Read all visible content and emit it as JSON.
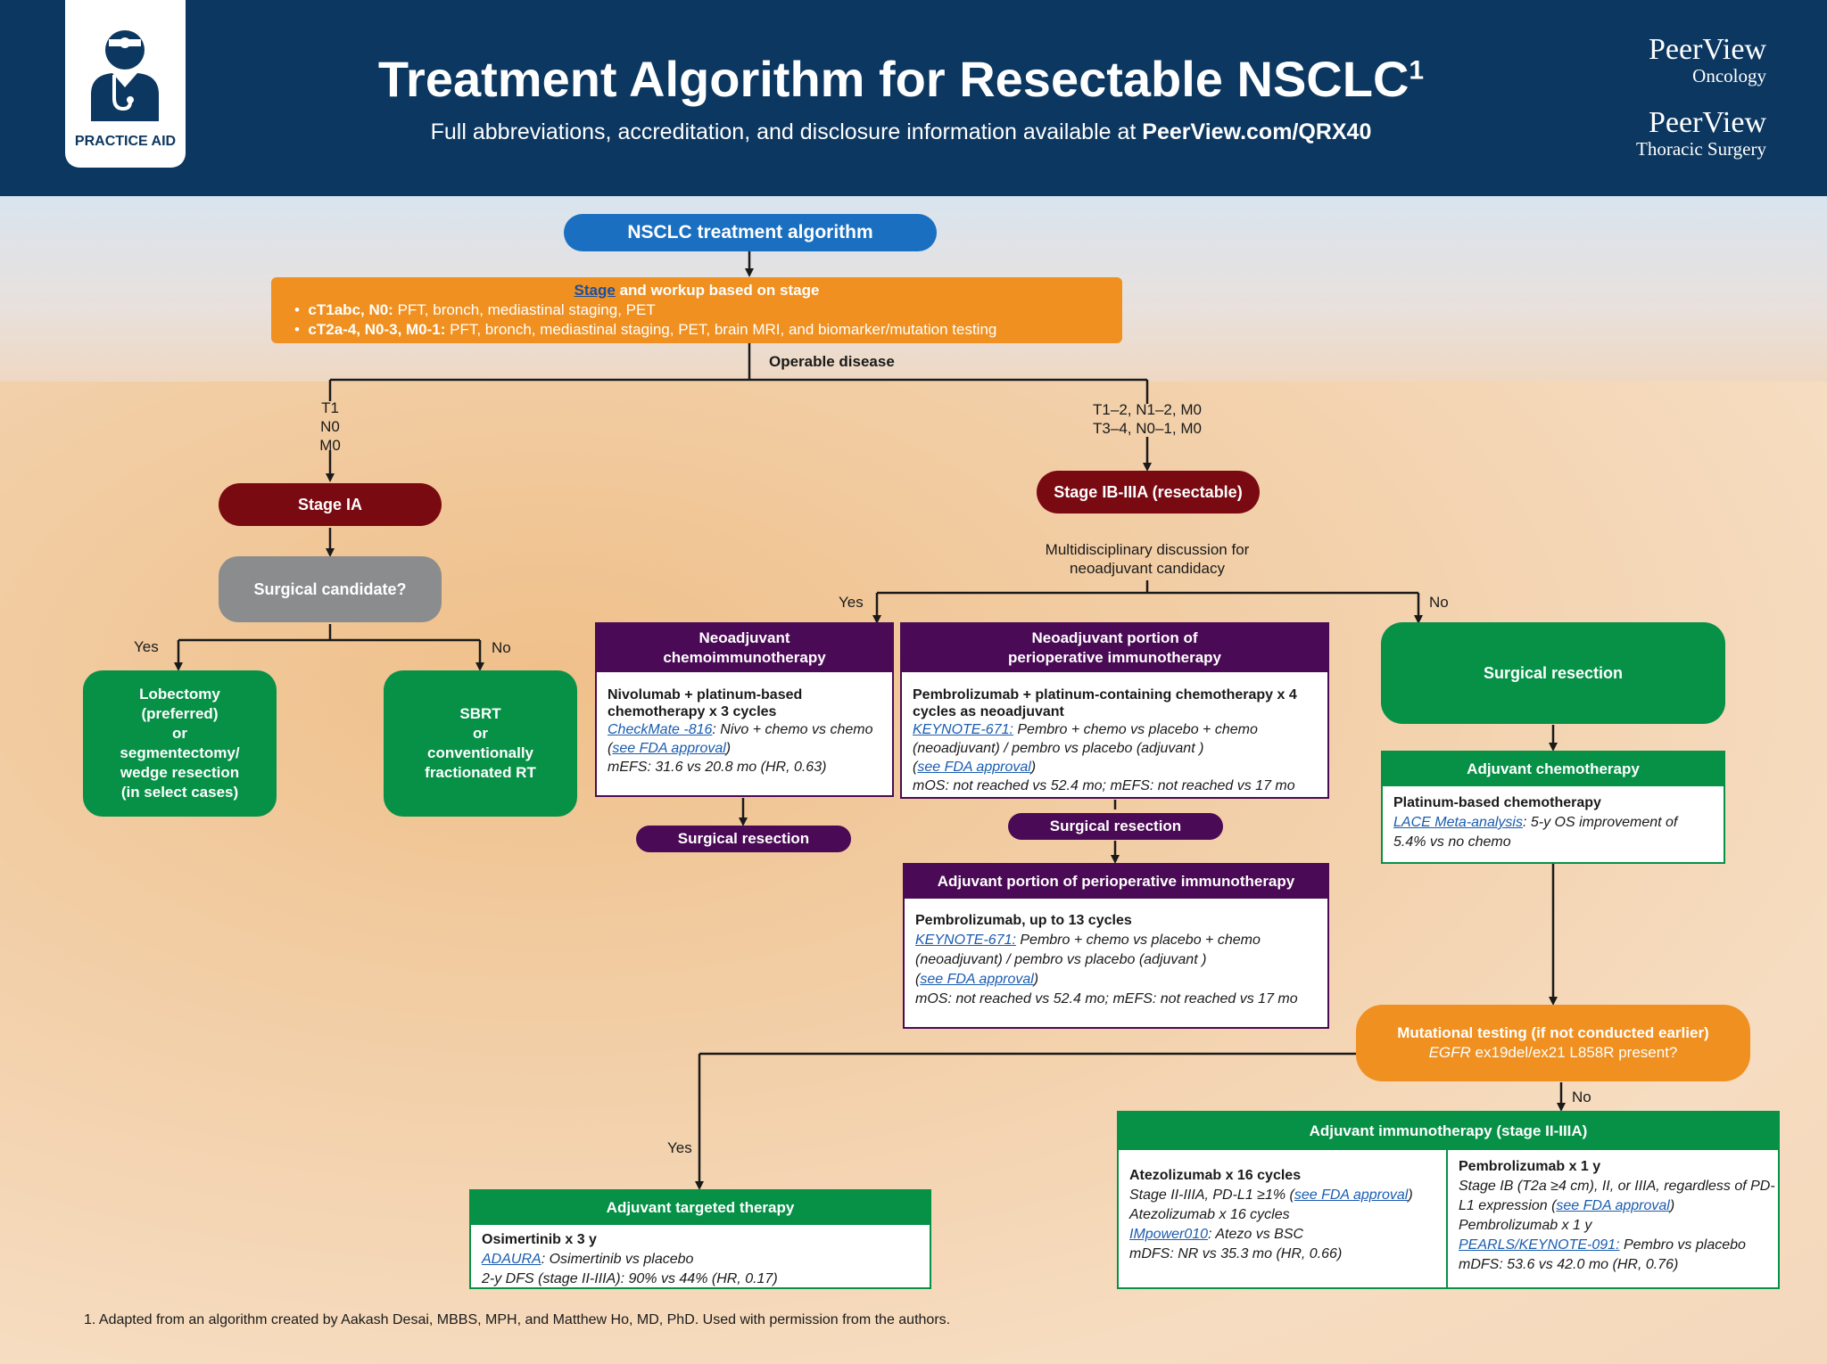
{
  "header": {
    "badge_label": "PRACTICE AID",
    "title": "Treatment Algorithm for Resectable NSCLC",
    "title_sup": "1",
    "subtitle_text": "Full abbreviations, accreditation, and disclosure information available at ",
    "subtitle_link": "PeerView.com/QRX40",
    "brand1_line1": "PeerView",
    "brand1_line2": "Oncology",
    "brand2_line1": "PeerView",
    "brand2_line2": "Thoracic Surgery"
  },
  "top": {
    "algorithm_title": "NSCLC treatment algorithm",
    "stage_link": "Stage",
    "stage_rest": " and workup based on stage",
    "bullet1_bold": "cT1abc, N0:",
    "bullet1_text": " PFT, bronch, mediastinal staging, PET",
    "bullet2_bold": "cT2a-4, N0-3, M0-1:",
    "bullet2_text": " PFT, bronch, mediastinal staging, PET, brain MRI, and biomarker/mutation testing",
    "operable": "Operable disease"
  },
  "left_branch": {
    "label_t1": "T1",
    "label_n0": "N0",
    "label_m0": "M0",
    "stage_ia": "Stage IA",
    "surgical_candidate": "Surgical candidate?",
    "yes": "Yes",
    "no": "No",
    "lobectomy": [
      "Lobectomy",
      "(preferred)",
      "or",
      "segmentectomy/",
      "wedge resection",
      "(in select cases)"
    ],
    "sbrt": [
      "SBRT",
      "or",
      "conventionally",
      "fractionated RT"
    ]
  },
  "right_branch": {
    "label_line1": "T1–2, N1–2, M0",
    "label_line2": "T3–4, N0–1, M0",
    "stage_ib": "Stage IB-IIIA (resectable)",
    "md_line1": "Multidisciplinary discussion for",
    "md_line2": "neoadjuvant candidacy",
    "yes": "Yes",
    "no": "No"
  },
  "neo_chemo": {
    "head_line1": "Neoadjuvant",
    "head_line2": "chemoimmunotherapy",
    "regimen": "Nivolumab + platinum-based chemotherapy x 3 cycles",
    "trial_link": "CheckMate -816",
    "trial_text": ": Nivo + chemo vs chemo",
    "fda_open": "(",
    "fda_link": "see FDA approval",
    "fda_close": ")",
    "result": "mEFS: 31.6 vs 20.8 mo (HR, 0.63)",
    "surgical": "Surgical resection"
  },
  "neo_periop": {
    "head_line1": "Neoadjuvant portion of",
    "head_line2": "perioperative immunotherapy",
    "regimen": "Pembrolizumab + platinum-containing chemotherapy x 4 cycles as neoadjuvant",
    "trial_link": "KEYNOTE-671:",
    "trial_text": " Pembro + chemo vs placebo + chemo (neoadjuvant) / pembro vs placebo (adjuvant )",
    "fda_open": "(",
    "fda_link": "see FDA approval",
    "fda_close": ")",
    "result": "mOS: not reached vs 52.4 mo; mEFS: not reached vs 17 mo",
    "surgical": "Surgical resection"
  },
  "adj_periop": {
    "head": "Adjuvant portion of perioperative immunotherapy",
    "regimen": "Pembrolizumab, up to 13 cycles",
    "trial_link": "KEYNOTE-671:",
    "trial_text": " Pembro + chemo vs placebo + chemo (neoadjuvant) / pembro vs placebo (adjuvant )",
    "fda_open": "(",
    "fda_link": "see FDA approval",
    "fda_close": ")",
    "result": "mOS: not reached vs 52.4 mo; mEFS: not reached vs 17 mo"
  },
  "no_branch": {
    "surgical": "Surgical resection",
    "adj_chemo_head": "Adjuvant chemotherapy",
    "adj_chemo_regimen": "Platinum-based chemotherapy",
    "adj_chemo_link": "LACE Meta-analysis",
    "adj_chemo_text": ": 5-y OS improvement of 5.4% vs no chemo",
    "mut_line1": "Mutational testing (if not conducted earlier)",
    "mut_line2_it": "EGFR",
    "mut_line2_rest": " ex19del/ex21 L858R present?",
    "yes": "Yes",
    "no": "No"
  },
  "targeted": {
    "head": "Adjuvant targeted therapy",
    "regimen": "Osimertinib x 3 y",
    "trial_link": "ADAURA",
    "trial_text": ": Osimertinib vs placebo",
    "result": "2-y DFS (stage II-IIIA): 90% vs 44% (HR, 0.17)"
  },
  "adj_immuno": {
    "head": "Adjuvant immunotherapy (stage II-IIIA)",
    "atezo_title": "Atezolizumab x 16 cycles",
    "atezo_l1": "Stage II-IIIA, PD-L1 ≥1% ",
    "atezo_fda_open": "(",
    "atezo_fda": "see FDA approval",
    "atezo_fda_close": ")",
    "atezo_l2": "Atezolizumab x 16 cycles",
    "atezo_link": "IMpower010",
    "atezo_l3": ": Atezo vs BSC",
    "atezo_l4": "mDFS: NR vs 35.3 mo (HR, 0.66)",
    "pembro_title": "Pembrolizumab x 1 y",
    "pembro_l1": "Stage IB (T2a ≥4 cm), II, or IIIA, regardless of PD-L1 expression ",
    "pembro_fda_open": "(",
    "pembro_fda": "see FDA approval",
    "pembro_fda_close": ")",
    "pembro_l2": "Pembrolizumab x 1 y",
    "pembro_link": "PEARLS/KEYNOTE-091:",
    "pembro_l3": " Pembro vs placebo",
    "pembro_l4": "mDFS: 53.6 vs 42.0 mo (HR, 0.76)"
  },
  "footnote": "1. Adapted from an algorithm created by Aakash Desai, MBBS, MPH, and Matthew Ho, MD, PhD. Used with permission from the authors.",
  "colors": {
    "navy": "#0c3760",
    "green": "#069147",
    "maroon": "#7a0a12",
    "purple": "#4a0a55",
    "orange": "#ef9020",
    "blue": "#1a6fc0",
    "gray": "#8a8c8e"
  }
}
